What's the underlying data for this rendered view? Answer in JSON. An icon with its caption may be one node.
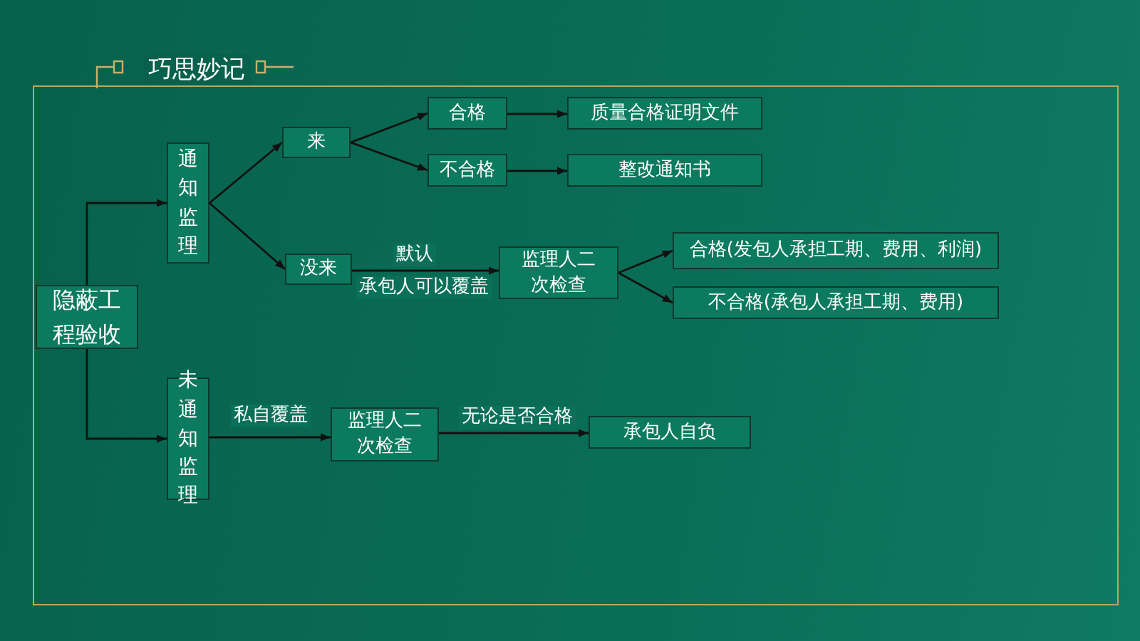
{
  "diagram": {
    "title": "巧思妙记",
    "nodes": [
      {
        "text": [
          "隐蔽工程验收"
        ]
      },
      {
        "text": [
          "通知监理"
        ]
      },
      {
        "text": [
          "来"
        ]
      },
      {
        "text": [
          "合格"
        ]
      },
      {
        "text": [
          "不合格"
        ]
      },
      {
        "text": [
          "质量合格证明文件"
        ]
      },
      {
        "text": [
          "整改通知书"
        ]
      },
      {
        "text": [
          "没来"
        ]
      },
      {
        "text": [
          "监理人二次检查"
        ]
      },
      {
        "text": [
          "合格(发包人承担工期、费用、利润)"
        ]
      },
      {
        "text": [
          "不合格(承包人承担工期、费用)"
        ]
      },
      {
        "text": [
          "未通知监理"
        ]
      },
      {
        "text": [
          "监理人二次检查"
        ]
      },
      {
        "text": [
          "承包人自负"
        ]
      }
    ],
    "edges": [
      {
        "from": 0,
        "to": 1,
        "arrow": "to"
      },
      {
        "from": 0,
        "to": 11,
        "arrow": "to"
      },
      {
        "from": 1,
        "to": 2,
        "arrow": "to"
      },
      {
        "from": 1,
        "to": 7,
        "arrow": "to"
      },
      {
        "from": 2,
        "to": 3,
        "arrow": "to"
      },
      {
        "from": 2,
        "to": 4,
        "arrow": "to"
      },
      {
        "from": 3,
        "to": 5,
        "arrow": "to"
      },
      {
        "from": 4,
        "to": 6,
        "arrow": "to"
      },
      {
        "from": 7,
        "to": 8,
        "arrow": "to",
        "label": "默认"
      },
      {
        "from": 8,
        "to": 9,
        "arrow": "to"
      },
      {
        "from": 8,
        "to": 10,
        "arrow": "to"
      },
      {
        "from": 11,
        "to": 12,
        "arrow": "to",
        "label": "私自覆盖"
      },
      {
        "from": 12,
        "to": 13,
        "arrow": "to",
        "label": "无论是否合格"
      }
    ],
    "labels": [
      "承包人可以覆盖"
    ]
  }
}
